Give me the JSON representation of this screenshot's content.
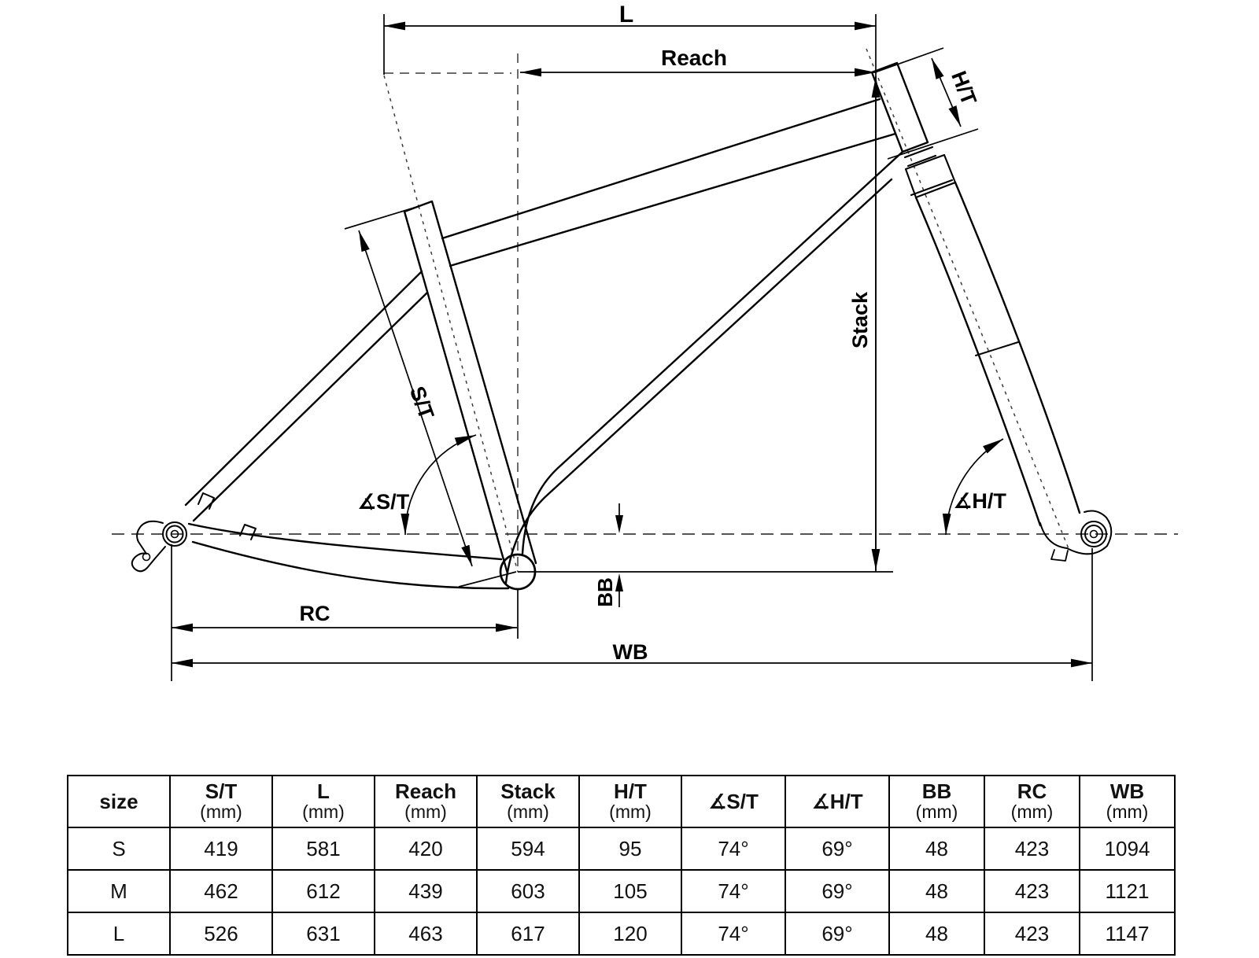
{
  "diagram": {
    "labels": {
      "top_tube_horizontal": "L",
      "reach": "Reach",
      "head_tube": "H/T",
      "stack": "Stack",
      "seat_tube": "S/T",
      "seat_tube_angle": "∡S/T",
      "head_tube_angle": "∡H/T",
      "bb_drop": "BB",
      "rear_center": "RC",
      "wheelbase": "WB"
    },
    "line_color": "#000000",
    "axis_color": "#3c3c3c",
    "background": "#ffffff"
  },
  "table": {
    "columns": [
      {
        "label": "size",
        "unit": ""
      },
      {
        "label": "S/T",
        "unit": "(mm)"
      },
      {
        "label": "L",
        "unit": "(mm)"
      },
      {
        "label": "Reach",
        "unit": "(mm)"
      },
      {
        "label": "Stack",
        "unit": "(mm)"
      },
      {
        "label": "H/T",
        "unit": "(mm)"
      },
      {
        "label": "∡S/T",
        "unit": ""
      },
      {
        "label": "∡H/T",
        "unit": ""
      },
      {
        "label": "BB",
        "unit": "(mm)"
      },
      {
        "label": "RC",
        "unit": "(mm)"
      },
      {
        "label": "WB",
        "unit": "(mm)"
      }
    ],
    "rows": [
      {
        "size": "S",
        "values": [
          "419",
          "581",
          "420",
          "594",
          "95",
          "74°",
          "69°",
          "48",
          "423",
          "1094"
        ]
      },
      {
        "size": "M",
        "values": [
          "462",
          "612",
          "439",
          "603",
          "105",
          "74°",
          "69°",
          "48",
          "423",
          "1121"
        ]
      },
      {
        "size": "L",
        "values": [
          "526",
          "631",
          "463",
          "617",
          "120",
          "74°",
          "69°",
          "48",
          "423",
          "1147"
        ]
      }
    ]
  }
}
